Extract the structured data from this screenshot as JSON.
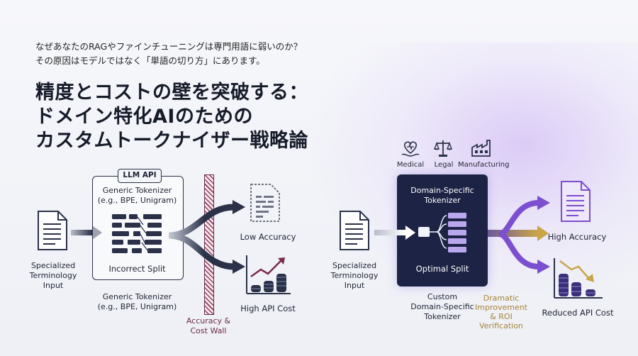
{
  "intro": {
    "line1": "なぜあなたのRAGやファインチューニングは専門用語に弱いのか？",
    "line2": "その原因はモデルではなく「単語の切り方」にあります。"
  },
  "title": {
    "line1": "精度とコストの壁を突破する：",
    "line2": "ドメイン特化AIのための",
    "line3": "カスタムトークナイザー戦略論"
  },
  "left": {
    "input_label_1": "Specialized",
    "input_label_2": "Terminology",
    "input_label_3": "Input",
    "llm_tag": "LLM API",
    "box_title_1": "Generic Tokenizer",
    "box_title_2": "(e.g., BPE, Unigram)",
    "box_caption": "Incorrect Split",
    "below_1": "Generic Tokenizer",
    "below_2": "(e.g., BPE, Unigram)",
    "wall_1": "Accuracy &",
    "wall_2": "Cost Wall",
    "out_top": "Low Accuracy",
    "out_bottom": "High API Cost"
  },
  "right": {
    "domains": [
      "Medical",
      "Legal",
      "Manufacturing"
    ],
    "input_label_1": "Specialized",
    "input_label_2": "Terminology",
    "input_label_3": "Input",
    "box_title_1": "Domain-Specific",
    "box_title_2": "Tokenizer",
    "box_caption": "Optimal Split",
    "below_1": "Custom",
    "below_2": "Domain-Specific",
    "below_3": "Tokenizer",
    "gold_1": "Dramatic",
    "gold_2": "Improvement",
    "gold_3": "& ROI",
    "gold_4": "Verification",
    "out_top": "High Accuracy",
    "out_bottom": "Reduced API Cost"
  },
  "colors": {
    "navy": "#2a3148",
    "maroon": "#6b2b44",
    "purple": "#7b4fd0",
    "gold": "#a8843a",
    "dark_box": "#1d2345"
  },
  "icons": [
    "document-icon",
    "tokenizer-grid-icon",
    "fork-arrow-icon",
    "wall-icon",
    "faded-document-icon",
    "rising-coins-icon",
    "heart-hand-icon",
    "scales-icon",
    "factory-icon",
    "falling-coins-icon"
  ]
}
